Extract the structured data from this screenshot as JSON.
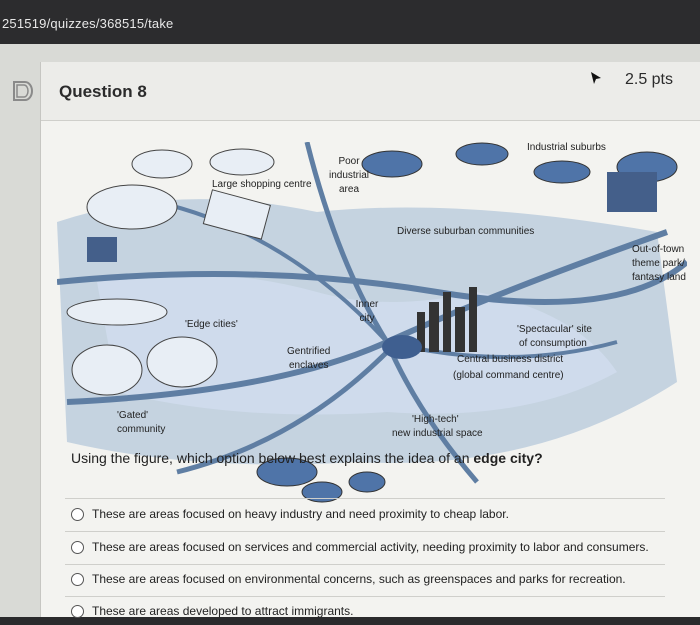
{
  "browser": {
    "url": "251519/quizzes/368515/take"
  },
  "question": {
    "title": "Question 8",
    "points": "2.5 pts"
  },
  "figure": {
    "labels": {
      "large_shopping_centre": "Large shopping centre",
      "poor_industrial_line1": "Poor",
      "poor_industrial_line2": "industrial",
      "poor_industrial_line3": "area",
      "industrial_suburbs": "Industrial suburbs",
      "diverse_suburban": "Diverse suburban communities",
      "out_of_town_line1": "Out-of-town",
      "out_of_town_line2": "theme park/",
      "out_of_town_line3": "fantasy land",
      "edge_cities": "'Edge cities'",
      "inner_city_line1": "Inner",
      "inner_city_line2": "city",
      "gentrified_line1": "Gentrified",
      "gentrified_line2": "enclaves",
      "spectacular_line1": "'Spectacular' site",
      "spectacular_line2": "of consumption",
      "cbd_line1": "Central business district",
      "cbd_line2": "(global command centre)",
      "gated_line1": "'Gated'",
      "gated_line2": "community",
      "hightech_line1": "'High-tech'",
      "hightech_line2": "new industrial space"
    }
  },
  "prompt": {
    "before": "Using the figure, which option below best explains the idea of an ",
    "bold": "edge city?"
  },
  "options": [
    "These are areas focused on heavy industry and need proximity to cheap labor.",
    "These are areas focused on services and commercial activity, needing proximity to labor and consumers.",
    "These are areas focused on environmental concerns, such as greenspaces and parks for recreation.",
    "These are areas developed to attract immigrants."
  ]
}
